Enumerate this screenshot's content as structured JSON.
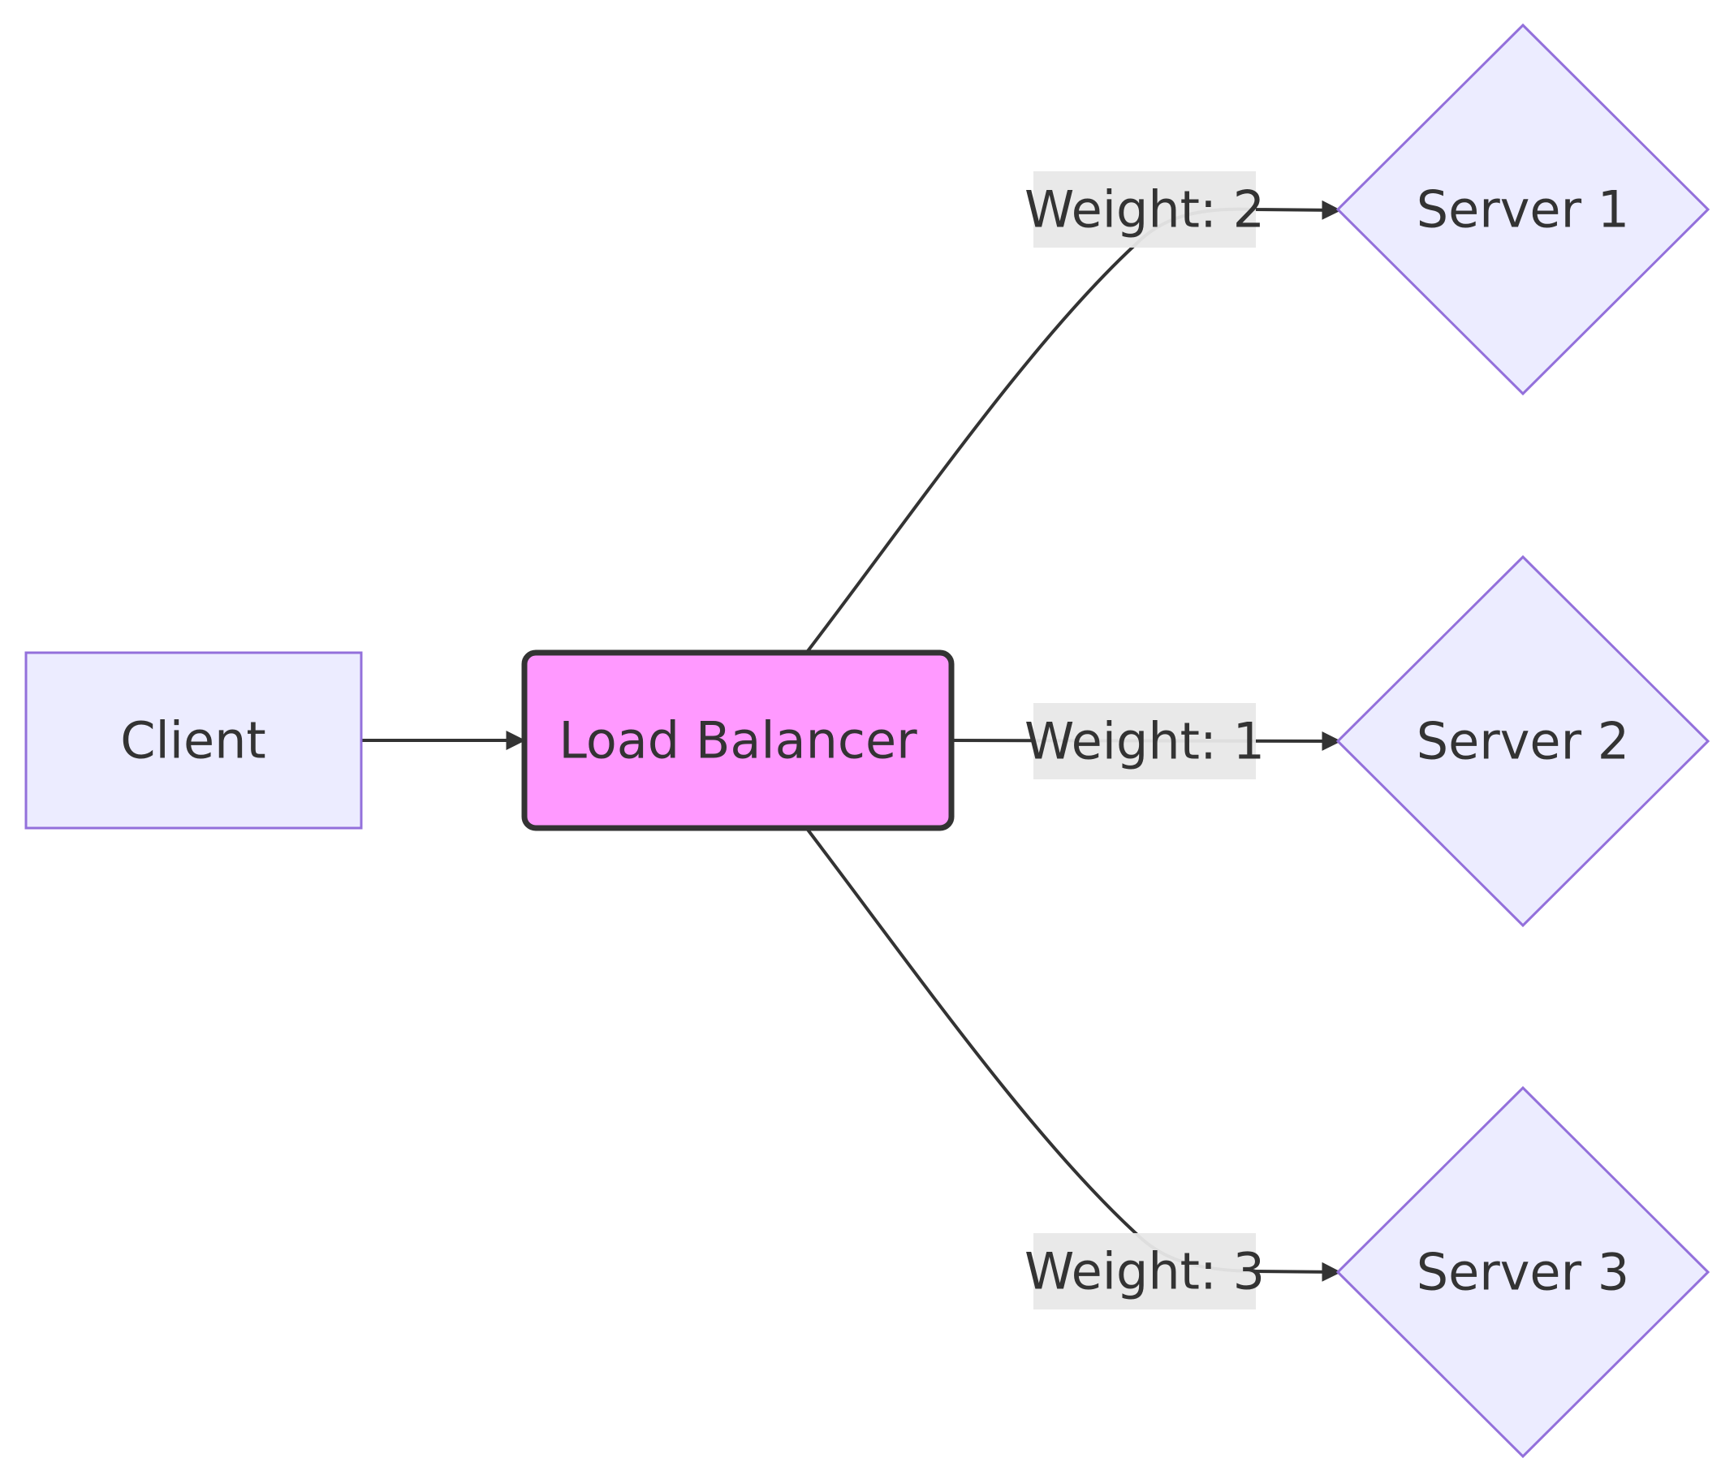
{
  "nodes": {
    "client": {
      "label": "Client"
    },
    "load_balancer": {
      "label": "Load Balancer"
    },
    "server1": {
      "label": "Server 1"
    },
    "server2": {
      "label": "Server 2"
    },
    "server3": {
      "label": "Server 3"
    }
  },
  "edges": [
    {
      "from": "Client",
      "to": "Load Balancer",
      "label": ""
    },
    {
      "from": "Load Balancer",
      "to": "Server 1",
      "label": "Weight: 2"
    },
    {
      "from": "Load Balancer",
      "to": "Server 2",
      "label": "Weight: 1"
    },
    {
      "from": "Load Balancer",
      "to": "Server 3",
      "label": "Weight: 3"
    }
  ],
  "colors": {
    "default_node_fill": "#ECECFF",
    "default_node_stroke": "#9370DB",
    "load_balancer_fill": "#FF99FF",
    "load_balancer_stroke": "#333333",
    "edge": "#333333",
    "edge_label_background": "#E8E8E8",
    "text": "#333333"
  }
}
